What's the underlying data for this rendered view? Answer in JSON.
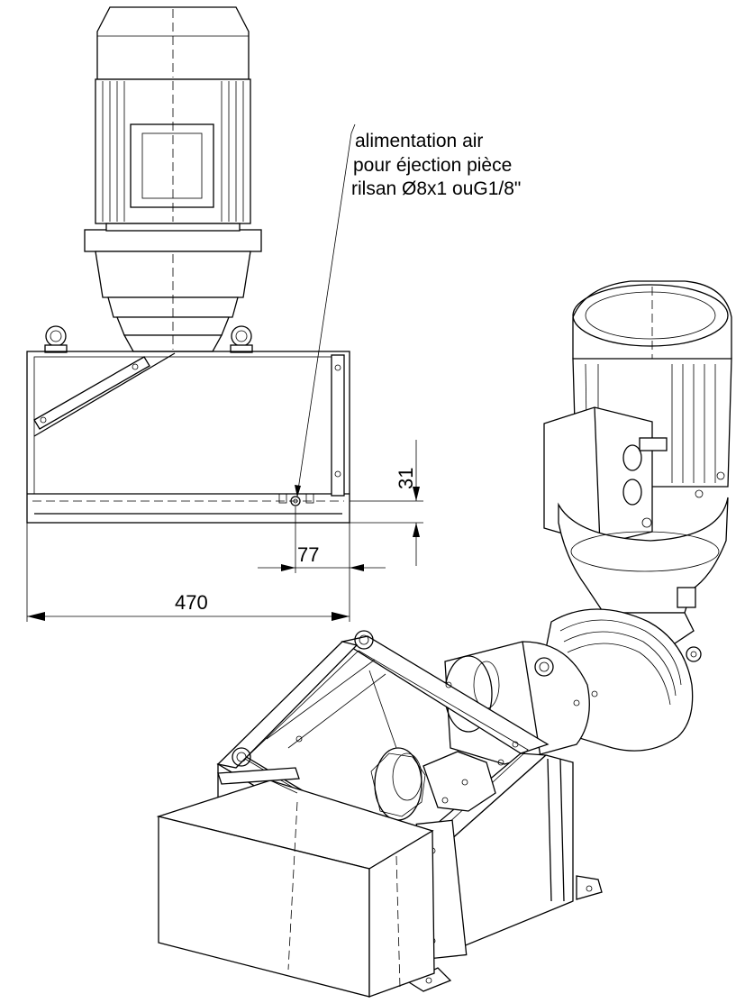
{
  "callout": {
    "line1": "alimentation air",
    "line2": "pour éjection pièce",
    "line3": "rilsan Ø8x1 ouG1/8\""
  },
  "dimensions": {
    "d31": "31",
    "d77": "77",
    "d470": "470"
  }
}
